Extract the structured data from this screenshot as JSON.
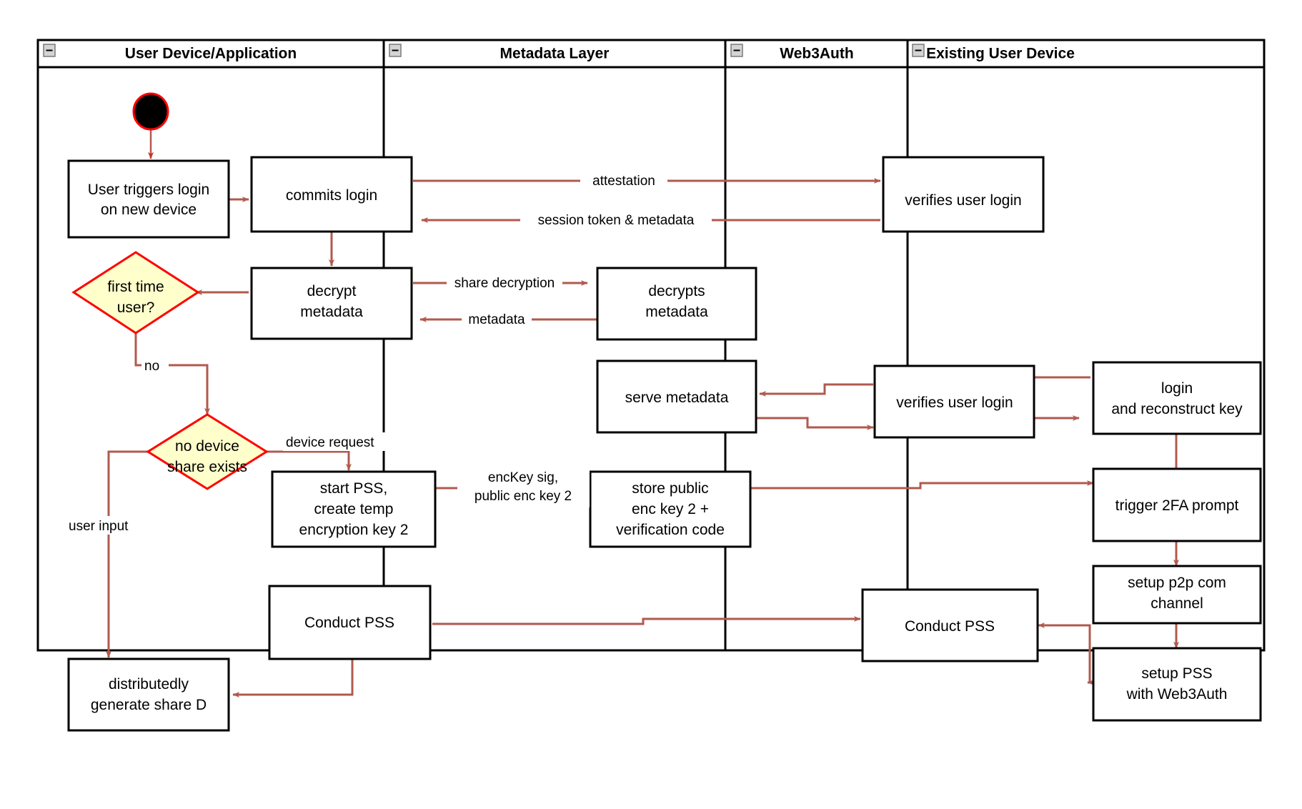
{
  "diagram": {
    "title": "Web3Auth new device login flow (swimlane activity diagram)",
    "colors": {
      "flow_arrow": "#b05a4e",
      "node_border": "#000000",
      "decision_fill": "#ffffcc",
      "decision_border": "#ff0000",
      "start_node_fill": "#000000",
      "start_node_ring": "#ff0000",
      "lane_background": "#ffffff"
    },
    "lanes": [
      {
        "id": "lane-user-device",
        "label": "User Device/Application",
        "collapse_icon": "minus-icon"
      },
      {
        "id": "lane-metadata",
        "label": "Metadata Layer",
        "collapse_icon": "minus-icon"
      },
      {
        "id": "lane-web3auth",
        "label": "Web3Auth",
        "collapse_icon": "minus-icon"
      },
      {
        "id": "lane-existing-device",
        "label": "Existing User Device",
        "collapse_icon": "minus-icon"
      }
    ],
    "nodes": [
      {
        "id": "start",
        "type": "start",
        "lane": "lane-user-device",
        "label": ""
      },
      {
        "id": "user-triggers-login",
        "type": "activity",
        "lane": "lane-user-device",
        "lines": [
          "User triggers login",
          "on new device"
        ]
      },
      {
        "id": "commits-login",
        "type": "activity",
        "lane": "lane-user-device",
        "lines": [
          "commits login"
        ]
      },
      {
        "id": "verifies-user-login-1",
        "type": "activity",
        "lane": "lane-web3auth",
        "lines": [
          "verifies user login"
        ]
      },
      {
        "id": "decrypt-metadata",
        "type": "activity",
        "lane": "lane-user-device",
        "lines": [
          "decrypt",
          "metadata"
        ]
      },
      {
        "id": "decrypts-metadata",
        "type": "activity",
        "lane": "lane-metadata",
        "lines": [
          "decrypts",
          "metadata"
        ]
      },
      {
        "id": "first-time-user",
        "type": "decision",
        "lane": "lane-user-device",
        "lines": [
          "first time",
          "user?"
        ]
      },
      {
        "id": "serve-metadata",
        "type": "activity",
        "lane": "lane-metadata",
        "lines": [
          "serve metadata"
        ]
      },
      {
        "id": "verifies-user-login-2",
        "type": "activity",
        "lane": "lane-web3auth",
        "lines": [
          "verifies user login"
        ]
      },
      {
        "id": "login-and-reconstruct-key",
        "type": "activity",
        "lane": "lane-existing-device",
        "lines": [
          "login",
          "and reconstruct key"
        ]
      },
      {
        "id": "no-device-share-exists",
        "type": "decision",
        "lane": "lane-user-device",
        "lines": [
          "no device",
          "share exists"
        ]
      },
      {
        "id": "start-pss-create-temp-key",
        "type": "activity",
        "lane": "lane-user-device",
        "lines": [
          "start PSS,",
          "create temp",
          "encryption key 2"
        ]
      },
      {
        "id": "store-public-enc-key",
        "type": "activity",
        "lane": "lane-metadata",
        "lines": [
          "store public",
          "enc key 2 +",
          "verification code"
        ]
      },
      {
        "id": "trigger-2fa-prompt",
        "type": "activity",
        "lane": "lane-existing-device",
        "lines": [
          "trigger 2FA prompt"
        ]
      },
      {
        "id": "setup-p2p-com-channel",
        "type": "activity",
        "lane": "lane-existing-device",
        "lines": [
          "setup p2p com",
          "channel"
        ]
      },
      {
        "id": "conduct-pss-user",
        "type": "activity",
        "lane": "lane-user-device",
        "lines": [
          "Conduct PSS"
        ]
      },
      {
        "id": "conduct-pss-web3auth",
        "type": "activity",
        "lane": "lane-web3auth",
        "lines": [
          "Conduct PSS"
        ]
      },
      {
        "id": "setup-pss-with-web3auth",
        "type": "activity",
        "lane": "lane-existing-device",
        "lines": [
          "setup PSS",
          "with Web3Auth"
        ]
      },
      {
        "id": "distributedly-generate-share-d",
        "type": "activity",
        "lane": "lane-user-device",
        "lines": [
          "distributedly",
          "generate share D"
        ]
      }
    ],
    "edge_labels": {
      "attestation": "attestation",
      "session_token": "session token & metadata",
      "share_decryption": "share decryption",
      "metadata": "metadata",
      "no": "no",
      "device_request": "device request",
      "user_input": "user input",
      "enckey_sig_line1": "encKey sig,",
      "enckey_sig_line2": "public enc key 2"
    }
  }
}
